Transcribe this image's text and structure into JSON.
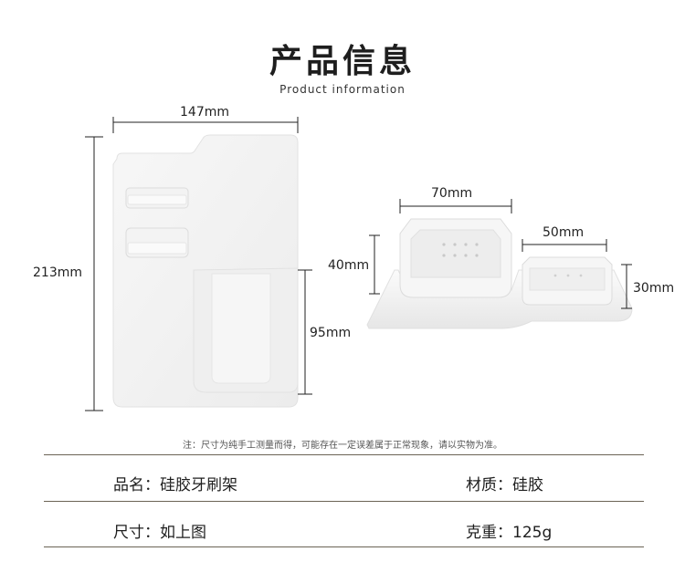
{
  "header": {
    "title": "产品信息",
    "subtitle": "Product information"
  },
  "dimensions": {
    "width": "147mm",
    "height": "213mm",
    "cup_height": "95mm",
    "side_large_width": "70mm",
    "side_large_height": "40mm",
    "side_small_width": "50mm",
    "side_small_height": "30mm"
  },
  "note": "注：尺寸为纯手工测量而得，可能存在一定误差属于正常现象，请以实物为准。",
  "specs": {
    "name": "品名：硅胶牙刷架",
    "material": "材质：硅胶",
    "size": "尺寸：如上图",
    "weight": "克重：125g"
  }
}
